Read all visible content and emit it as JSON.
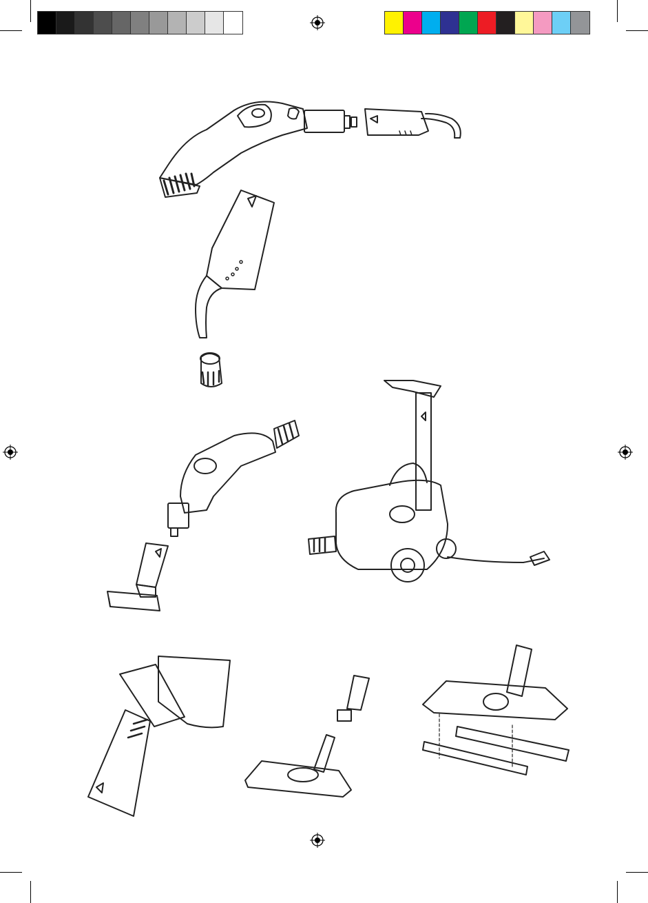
{
  "print_marks": {
    "gray_swatches": [
      "#000000",
      "#1a1a1a",
      "#333333",
      "#4d4d4d",
      "#666666",
      "#808080",
      "#999999",
      "#b3b3b3",
      "#cccccc",
      "#e6e6e6",
      "#ffffff"
    ],
    "color_swatches": [
      "#fff200",
      "#ec008c",
      "#00aeef",
      "#2e3192",
      "#00a651",
      "#ed1c24",
      "#231f20",
      "#fff799",
      "#f49ac1",
      "#6dcff6",
      "#939598"
    ],
    "registration_mark_icon": "registration-crosshair-icon"
  },
  "illustrations": [
    {
      "id": "handle-with-extension",
      "icon": "steam-handle-icon"
    },
    {
      "id": "curved-nozzle",
      "icon": "curved-nozzle-icon"
    },
    {
      "id": "round-brush",
      "icon": "round-brush-icon"
    },
    {
      "id": "handle-with-small-brush",
      "icon": "handle-brush-assembly-icon"
    },
    {
      "id": "steam-cleaner-unit",
      "icon": "steam-cleaner-icon"
    },
    {
      "id": "window-squeegee",
      "icon": "window-squeegee-icon"
    },
    {
      "id": "floor-nozzle-assembly",
      "icon": "floor-nozzle-icon"
    },
    {
      "id": "floor-nozzle-bristle-strips",
      "icon": "bristle-strips-icon"
    }
  ]
}
